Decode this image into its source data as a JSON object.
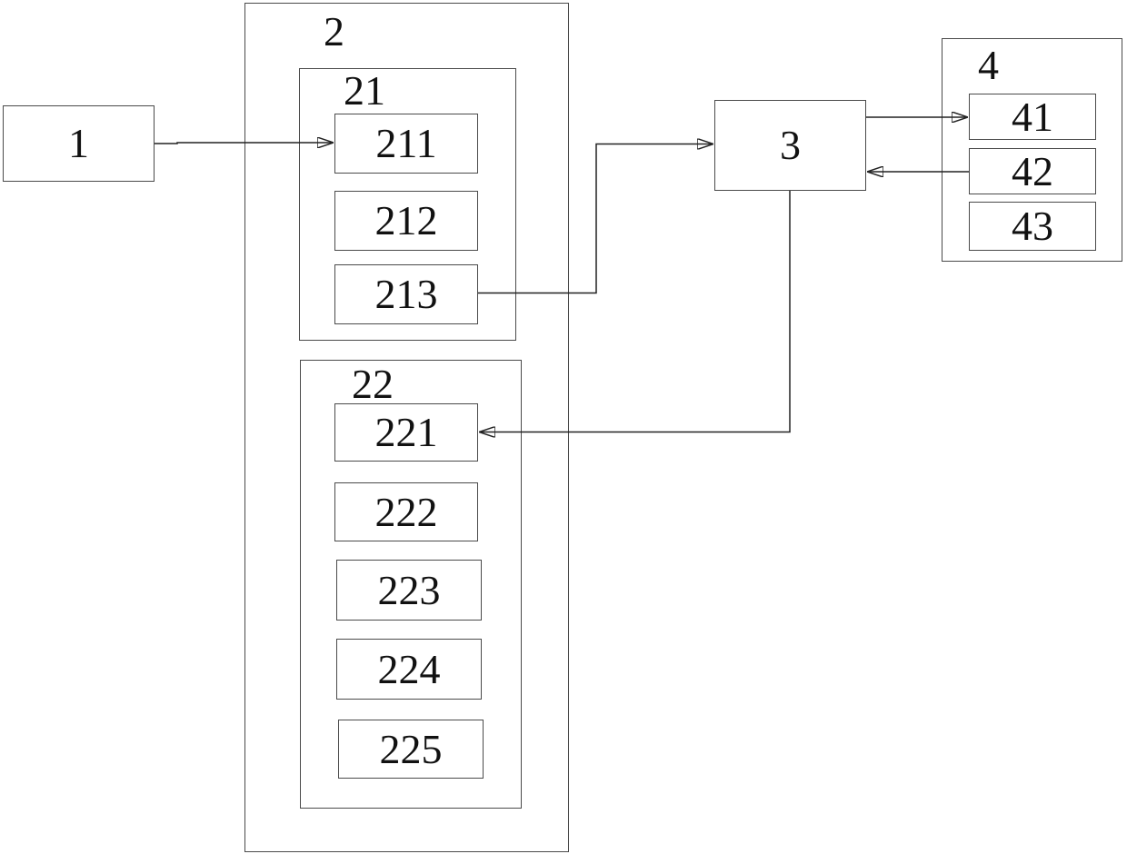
{
  "figure": {
    "background": "#ffffff",
    "box_border_color": "#4a4a4a",
    "line_color": "#222222",
    "text_color": "#111111"
  },
  "nodes": {
    "n1": {
      "label": "1"
    },
    "n2": {
      "label": "2"
    },
    "n21": {
      "label": "21"
    },
    "n211": {
      "label": "211"
    },
    "n212": {
      "label": "212"
    },
    "n213": {
      "label": "213"
    },
    "n22": {
      "label": "22"
    },
    "n221": {
      "label": "221"
    },
    "n222": {
      "label": "222"
    },
    "n223": {
      "label": "223"
    },
    "n224": {
      "label": "224"
    },
    "n225": {
      "label": "225"
    },
    "n3": {
      "label": "3"
    },
    "n4": {
      "label": "4"
    },
    "n41": {
      "label": "41"
    },
    "n42": {
      "label": "42"
    },
    "n43": {
      "label": "43"
    }
  },
  "edges": [
    {
      "from": "1",
      "to": "211",
      "type": "arrow",
      "route": "straight"
    },
    {
      "from": "213",
      "to": "3",
      "type": "arrow",
      "route": "elbow-right-up-right"
    },
    {
      "from": "3",
      "to": "41",
      "type": "arrow",
      "route": "straight"
    },
    {
      "from": "42",
      "to": "3",
      "type": "arrow",
      "route": "straight"
    },
    {
      "from": "3",
      "to": "221",
      "type": "arrow",
      "route": "elbow-down-left"
    }
  ]
}
